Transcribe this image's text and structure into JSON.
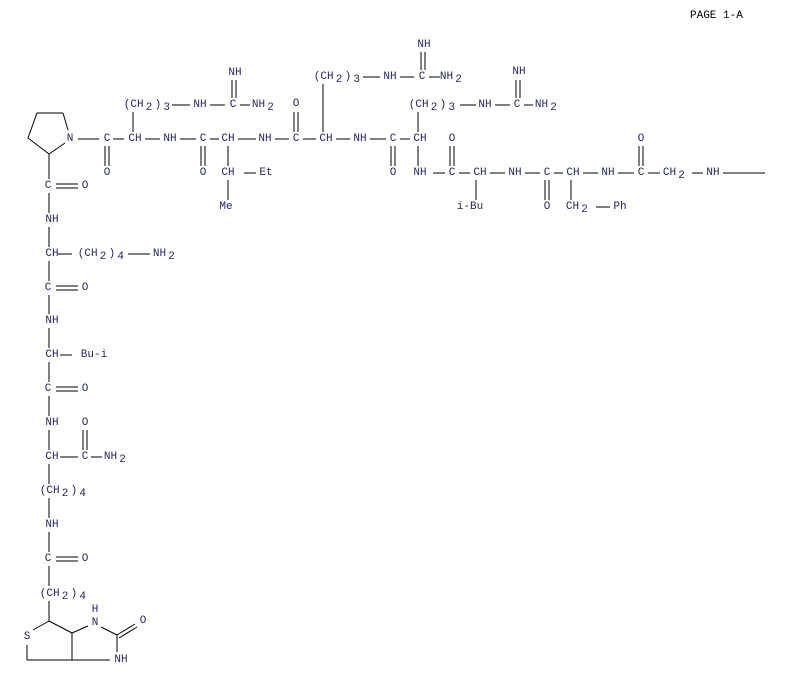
{
  "page_label": "PAGE 1-A",
  "atoms": {
    "pro_n": "N",
    "c1": "C",
    "o1": "O",
    "arg1_ch": "CH",
    "arg1_chain": "(CH2)3",
    "arg1_nh": "NH",
    "arg1_c": "C",
    "arg1_nh2": "NH2",
    "arg1_imine": "NH",
    "nh1": "NH",
    "c2": "C",
    "o2": "O",
    "ile_ch": "CH",
    "ile_ch2": "CH",
    "ile_et": "Et",
    "ile_me": "Me",
    "nh2": "NH",
    "c3": "C",
    "o3": "O",
    "arg2_ch": "CH",
    "arg2_chain": "(CH2)3",
    "arg2_nh": "NH",
    "arg2_c": "C",
    "arg2_nh2": "NH2",
    "arg2_imine": "NH",
    "nh3": "NH",
    "c4": "C",
    "o4": "O",
    "arg3_ch": "CH",
    "arg3_chain": "(CH2)3",
    "arg3_nh": "NH",
    "arg3_c": "C",
    "arg3_nh2": "NH2",
    "arg3_imine": "NH",
    "nh4": "NH",
    "c5": "C",
    "o5": "O",
    "leu_ch": "CH",
    "leu_ibu": "i-Bu",
    "nh5": "NH",
    "c6": "C",
    "o6": "O",
    "phe_ch": "CH",
    "phe_ch2": "CH2",
    "phe_ph": "Ph",
    "nh6": "NH",
    "c7": "C",
    "o7": "O",
    "gly_ch2": "CH2",
    "nh_term": "NH",
    "pro_c": "C",
    "pro_o": "O",
    "lys_nh": "NH",
    "lys_ch": "CH",
    "lys_chain": "(CH2)4",
    "lys_nh2": "NH2",
    "c8": "C",
    "o8": "O",
    "leu2_nh": "NH",
    "leu2_ch": "CH",
    "leu2_bui": "Bu-i",
    "c9": "C",
    "o9": "O",
    "lys2_nh": "NH",
    "lys2_ch": "CH",
    "amide_c": "C",
    "amide_o": "O",
    "amide_nh2": "NH2",
    "lys2_chain": "(CH2)4",
    "lys2_eps_nh": "NH",
    "c10": "C",
    "o10": "O",
    "bio_chain": "(CH2)4",
    "bio_s": "S",
    "bio_h": "H",
    "bio_n": "N",
    "bio_o": "O",
    "bio_nh": "NH"
  }
}
